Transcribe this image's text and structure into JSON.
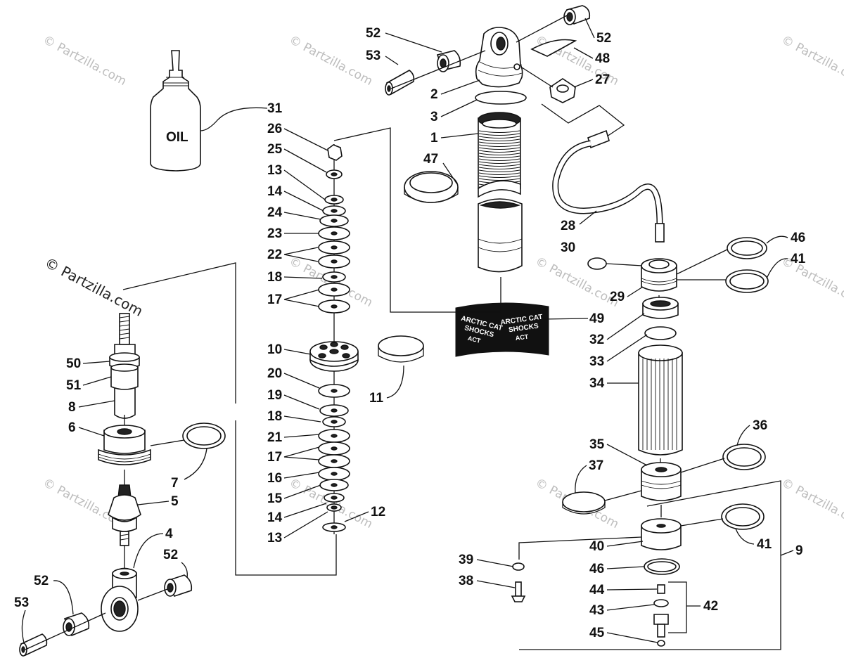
{
  "watermark": {
    "main": "© Partzilla.com",
    "faint": "© Partzilla.com"
  },
  "oil_bottle": {
    "text": "OIL"
  },
  "decal": {
    "line1": "ARCTIC CAT",
    "line2": "SHOCKS",
    "badge": "ACT"
  },
  "callouts": [
    {
      "id": "c52a",
      "text": "52"
    },
    {
      "id": "c53a",
      "text": "53"
    },
    {
      "id": "c52b",
      "text": "52"
    },
    {
      "id": "c48",
      "text": "48"
    },
    {
      "id": "c27",
      "text": "27"
    },
    {
      "id": "c2",
      "text": "2"
    },
    {
      "id": "c3",
      "text": "3"
    },
    {
      "id": "c1",
      "text": "1"
    },
    {
      "id": "c47",
      "text": "47"
    },
    {
      "id": "c31",
      "text": "31"
    },
    {
      "id": "c26",
      "text": "26"
    },
    {
      "id": "c25",
      "text": "25"
    },
    {
      "id": "c13a",
      "text": "13"
    },
    {
      "id": "c14a",
      "text": "14"
    },
    {
      "id": "c24",
      "text": "24"
    },
    {
      "id": "c23",
      "text": "23"
    },
    {
      "id": "c22",
      "text": "22"
    },
    {
      "id": "c18a",
      "text": "18"
    },
    {
      "id": "c17a",
      "text": "17"
    },
    {
      "id": "c28",
      "text": "28"
    },
    {
      "id": "c30",
      "text": "30"
    },
    {
      "id": "c46a",
      "text": "46"
    },
    {
      "id": "c41a",
      "text": "41"
    },
    {
      "id": "c29",
      "text": "29"
    },
    {
      "id": "c49",
      "text": "49"
    },
    {
      "id": "c32",
      "text": "32"
    },
    {
      "id": "c33",
      "text": "33"
    },
    {
      "id": "c34",
      "text": "34"
    },
    {
      "id": "c10",
      "text": "10"
    },
    {
      "id": "c20",
      "text": "20"
    },
    {
      "id": "c11",
      "text": "11"
    },
    {
      "id": "c19",
      "text": "19"
    },
    {
      "id": "c18b",
      "text": "18"
    },
    {
      "id": "c21",
      "text": "21"
    },
    {
      "id": "c17b",
      "text": "17"
    },
    {
      "id": "c16",
      "text": "16"
    },
    {
      "id": "c15",
      "text": "15"
    },
    {
      "id": "c14b",
      "text": "14"
    },
    {
      "id": "c12",
      "text": "12"
    },
    {
      "id": "c13b",
      "text": "13"
    },
    {
      "id": "c50",
      "text": "50"
    },
    {
      "id": "c51",
      "text": "51"
    },
    {
      "id": "c8",
      "text": "8"
    },
    {
      "id": "c6",
      "text": "6"
    },
    {
      "id": "c7",
      "text": "7"
    },
    {
      "id": "c5",
      "text": "5"
    },
    {
      "id": "c4",
      "text": "4"
    },
    {
      "id": "c52c",
      "text": "52"
    },
    {
      "id": "c52d",
      "text": "52"
    },
    {
      "id": "c53b",
      "text": "53"
    },
    {
      "id": "c35",
      "text": "35"
    },
    {
      "id": "c36",
      "text": "36"
    },
    {
      "id": "c37",
      "text": "37"
    },
    {
      "id": "c40",
      "text": "40"
    },
    {
      "id": "c41b",
      "text": "41"
    },
    {
      "id": "c9",
      "text": "9"
    },
    {
      "id": "c39",
      "text": "39"
    },
    {
      "id": "c46b",
      "text": "46"
    },
    {
      "id": "c38",
      "text": "38"
    },
    {
      "id": "c44",
      "text": "44"
    },
    {
      "id": "c43",
      "text": "43"
    },
    {
      "id": "c42",
      "text": "42"
    },
    {
      "id": "c45",
      "text": "45"
    }
  ]
}
